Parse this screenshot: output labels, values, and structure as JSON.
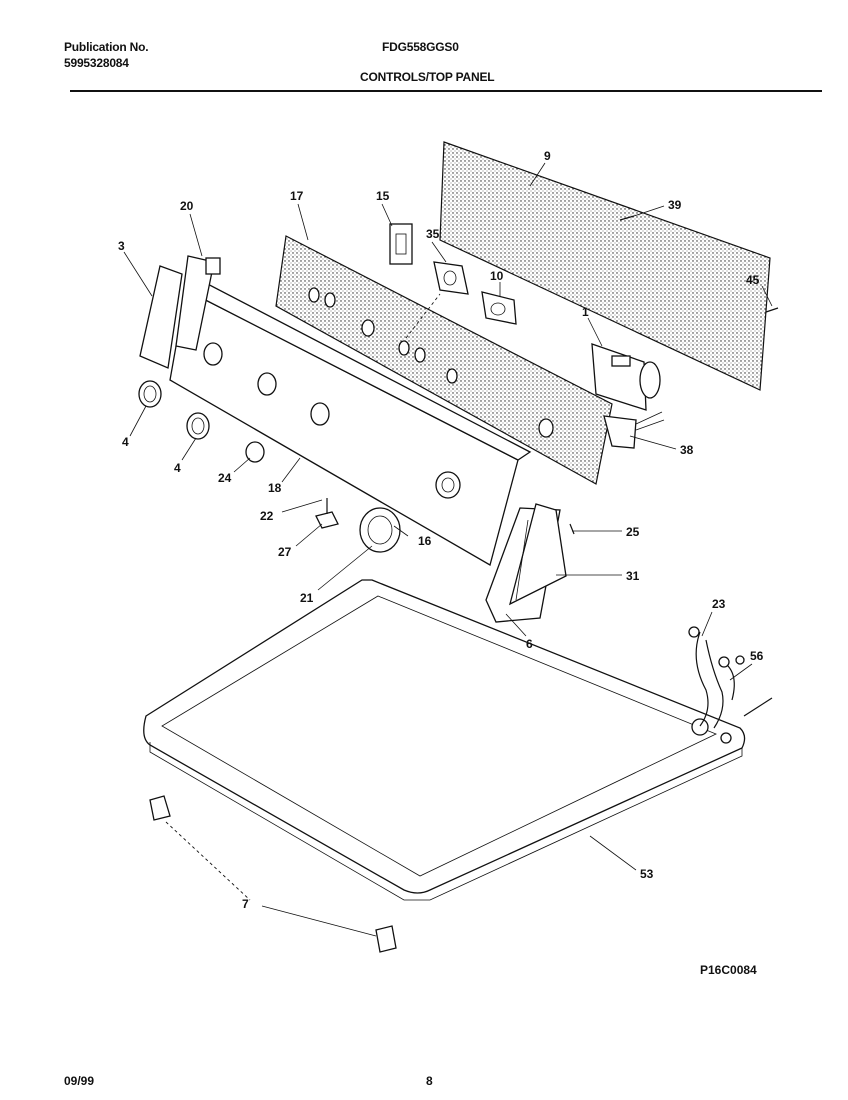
{
  "header": {
    "publication_label": "Publication No.",
    "publication_number": "5995328084",
    "model": "FDG558GGS0",
    "section_title": "CONTROLS/TOP PANEL"
  },
  "diagram": {
    "figure_id": "P16C0084",
    "callouts": {
      "c1": "1",
      "c3": "3",
      "c4a": "4",
      "c4b": "4",
      "c6": "6",
      "c7": "7",
      "c9": "9",
      "c10": "10",
      "c15": "15",
      "c16": "16",
      "c17": "17",
      "c18": "18",
      "c20": "20",
      "c21": "21",
      "c22": "22",
      "c23": "23",
      "c24": "24",
      "c25": "25",
      "c27": "27",
      "c31": "31",
      "c35": "35",
      "c38": "38",
      "c39": "39",
      "c45": "45",
      "c53": "53",
      "c56": "56"
    }
  },
  "footer": {
    "date": "09/99",
    "page": "8"
  }
}
